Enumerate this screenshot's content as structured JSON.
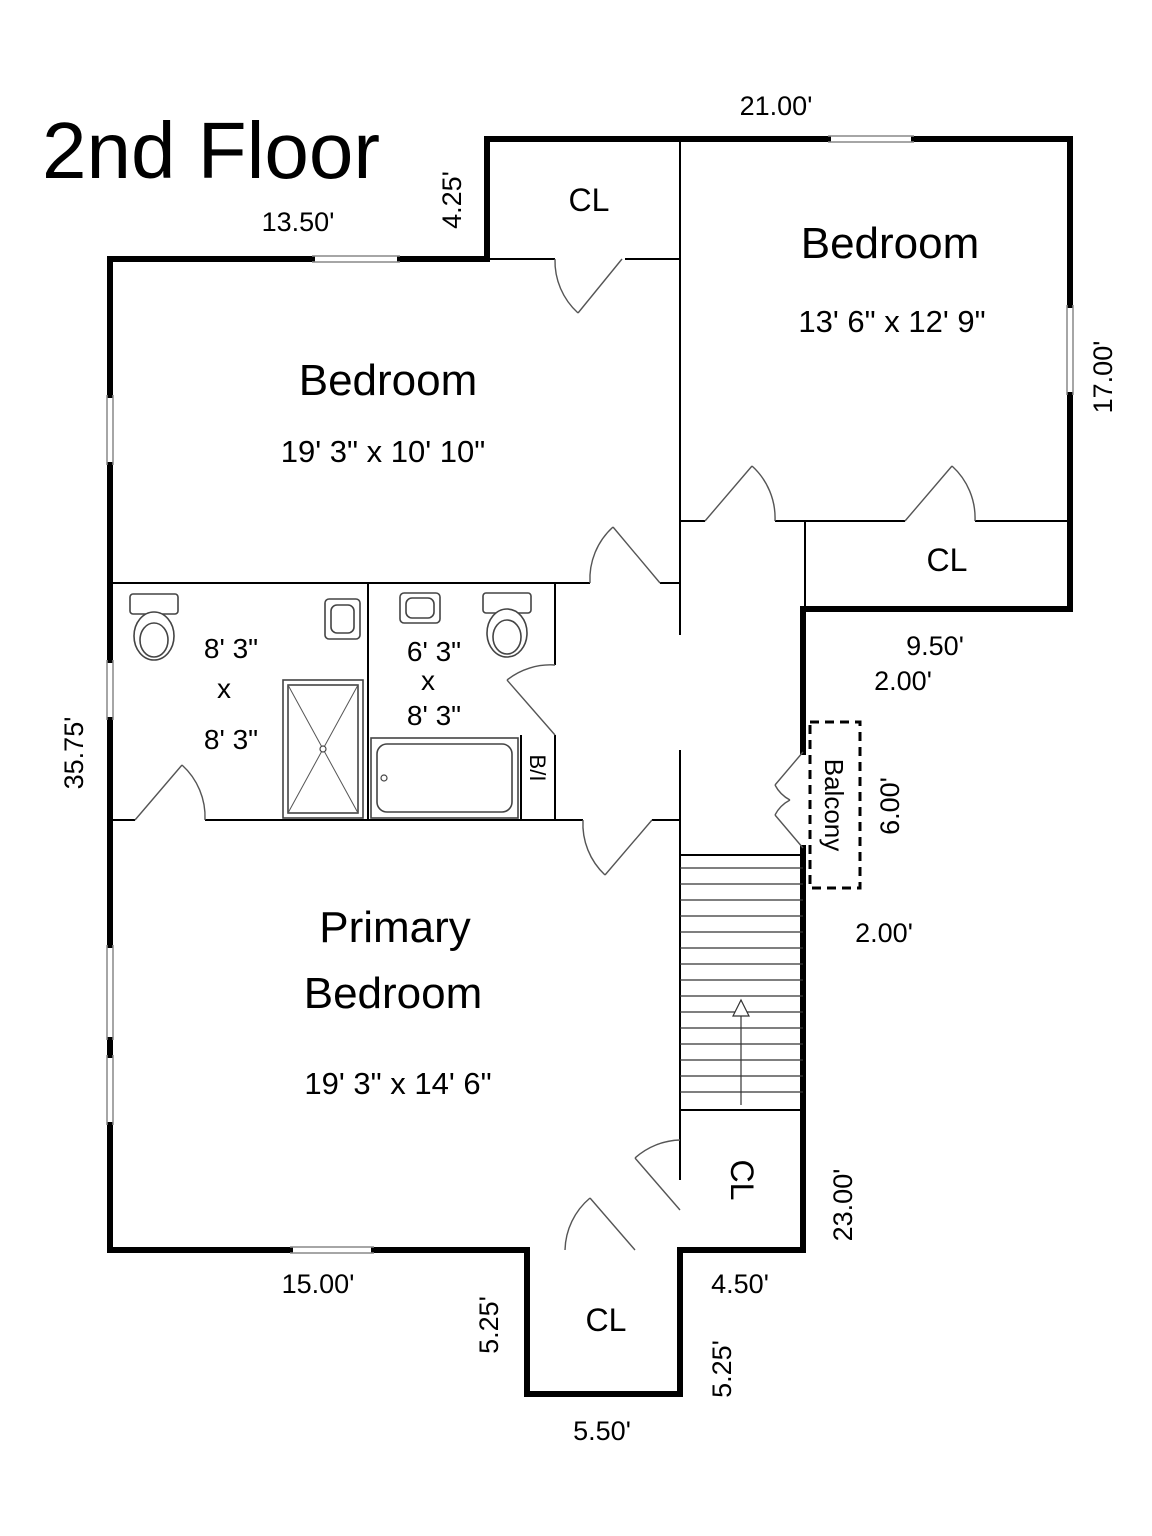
{
  "title": "2nd Floor",
  "rooms": {
    "bedroom_left": {
      "name": "Bedroom",
      "size": "19' 3\" x 10' 10\""
    },
    "bedroom_right": {
      "name": "Bedroom",
      "size": "13' 6\" x 12' 9\""
    },
    "primary": {
      "name_line1": "Primary",
      "name_line2": "Bedroom",
      "size": "19' 3\" x 14' 6\""
    },
    "bath_left": {
      "line1": "8' 3\"",
      "line2": "x",
      "line3": "8' 3\""
    },
    "bath_right": {
      "line1": "6' 3\"",
      "line2": "x",
      "line3": "8' 3\""
    },
    "closet_label": "CL",
    "builtin_label": "B/I",
    "balcony_label": "Balcony"
  },
  "dimensions": {
    "top_right_width": "21.00'",
    "top_left_width": "13.50'",
    "closet_step": "4.25'",
    "right_height": "17.00'",
    "right_step": "9.50'",
    "balcony_top": "2.00'",
    "balcony_width": "6.00'",
    "balcony_bottom": "2.00'",
    "left_height": "35.75'",
    "lower_right_height": "23.00'",
    "bottom_width": "15.00'",
    "bottom_right_step": "4.50'",
    "closet_left_height": "5.25'",
    "closet_right_height": "5.25'",
    "closet_bottom_width": "5.50'"
  },
  "icons": {
    "toilet": "toilet-icon",
    "sink": "sink-icon",
    "shower": "shower-icon",
    "tub": "bathtub-icon",
    "door": "door-swing-icon",
    "window": "window-icon",
    "stairs": "stairs-icon",
    "stair_arrow": "up-arrow-icon"
  }
}
